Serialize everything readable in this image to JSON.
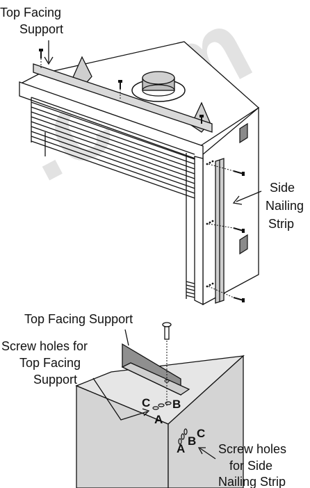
{
  "labels": {
    "top_facing_support_upper_line1": "Top Facing",
    "top_facing_support_upper_line2": "Support",
    "side_nailing_strip_line1": "Side",
    "side_nailing_strip_line2": "Nailing",
    "side_nailing_strip_line3": "Strip",
    "top_facing_support_lower": "Top Facing Support",
    "screw_holes_top_line1": "Screw holes for",
    "screw_holes_top_line2": "Top Facing",
    "screw_holes_top_line3": "Support",
    "screw_holes_side_line1": "Screw holes",
    "screw_holes_side_line2": "for Side",
    "screw_holes_side_line3": "Nailing Strip",
    "hole_a": "A",
    "hole_b": "B",
    "hole_c": "C",
    "side_hole_a": "A",
    "side_hole_b": "B",
    "side_hole_c": "C"
  },
  "watermark": ".com",
  "colors": {
    "ink": "#111111",
    "panel_gray": "#d4d4d4",
    "dark_gray": "#8a8a8a",
    "light_gray": "#e6e6e6",
    "watermark": "#dcdcdc"
  }
}
